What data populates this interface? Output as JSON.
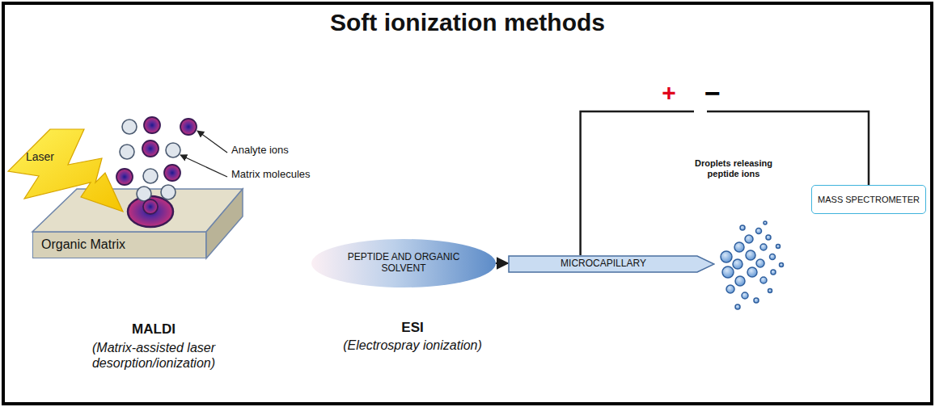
{
  "diagram": {
    "title": "Soft ionization methods",
    "nodes": [
      {
        "text": [
          "Organic Matrix"
        ]
      },
      {
        "text": [
          "PEPTIDE AND ORGANIC SOLVENT"
        ]
      },
      {
        "text": [
          "MICROCAPILLARY"
        ]
      },
      {
        "text": [
          "MASS SPECTROMETER"
        ]
      }
    ],
    "edges": [
      {
        "from": 1,
        "to": 2,
        "arrow": "to"
      },
      {
        "from": 2,
        "to": 3,
        "arrow": "none"
      }
    ],
    "labels": [
      "Laser",
      "Analyte ions",
      "Matrix molecules",
      "MALDI",
      "(Matrix-assisted laser desorption/ionization)",
      "+",
      "−",
      "Droplets releasing peptide ions",
      "ESI",
      "(Electrospray ionization)"
    ]
  }
}
